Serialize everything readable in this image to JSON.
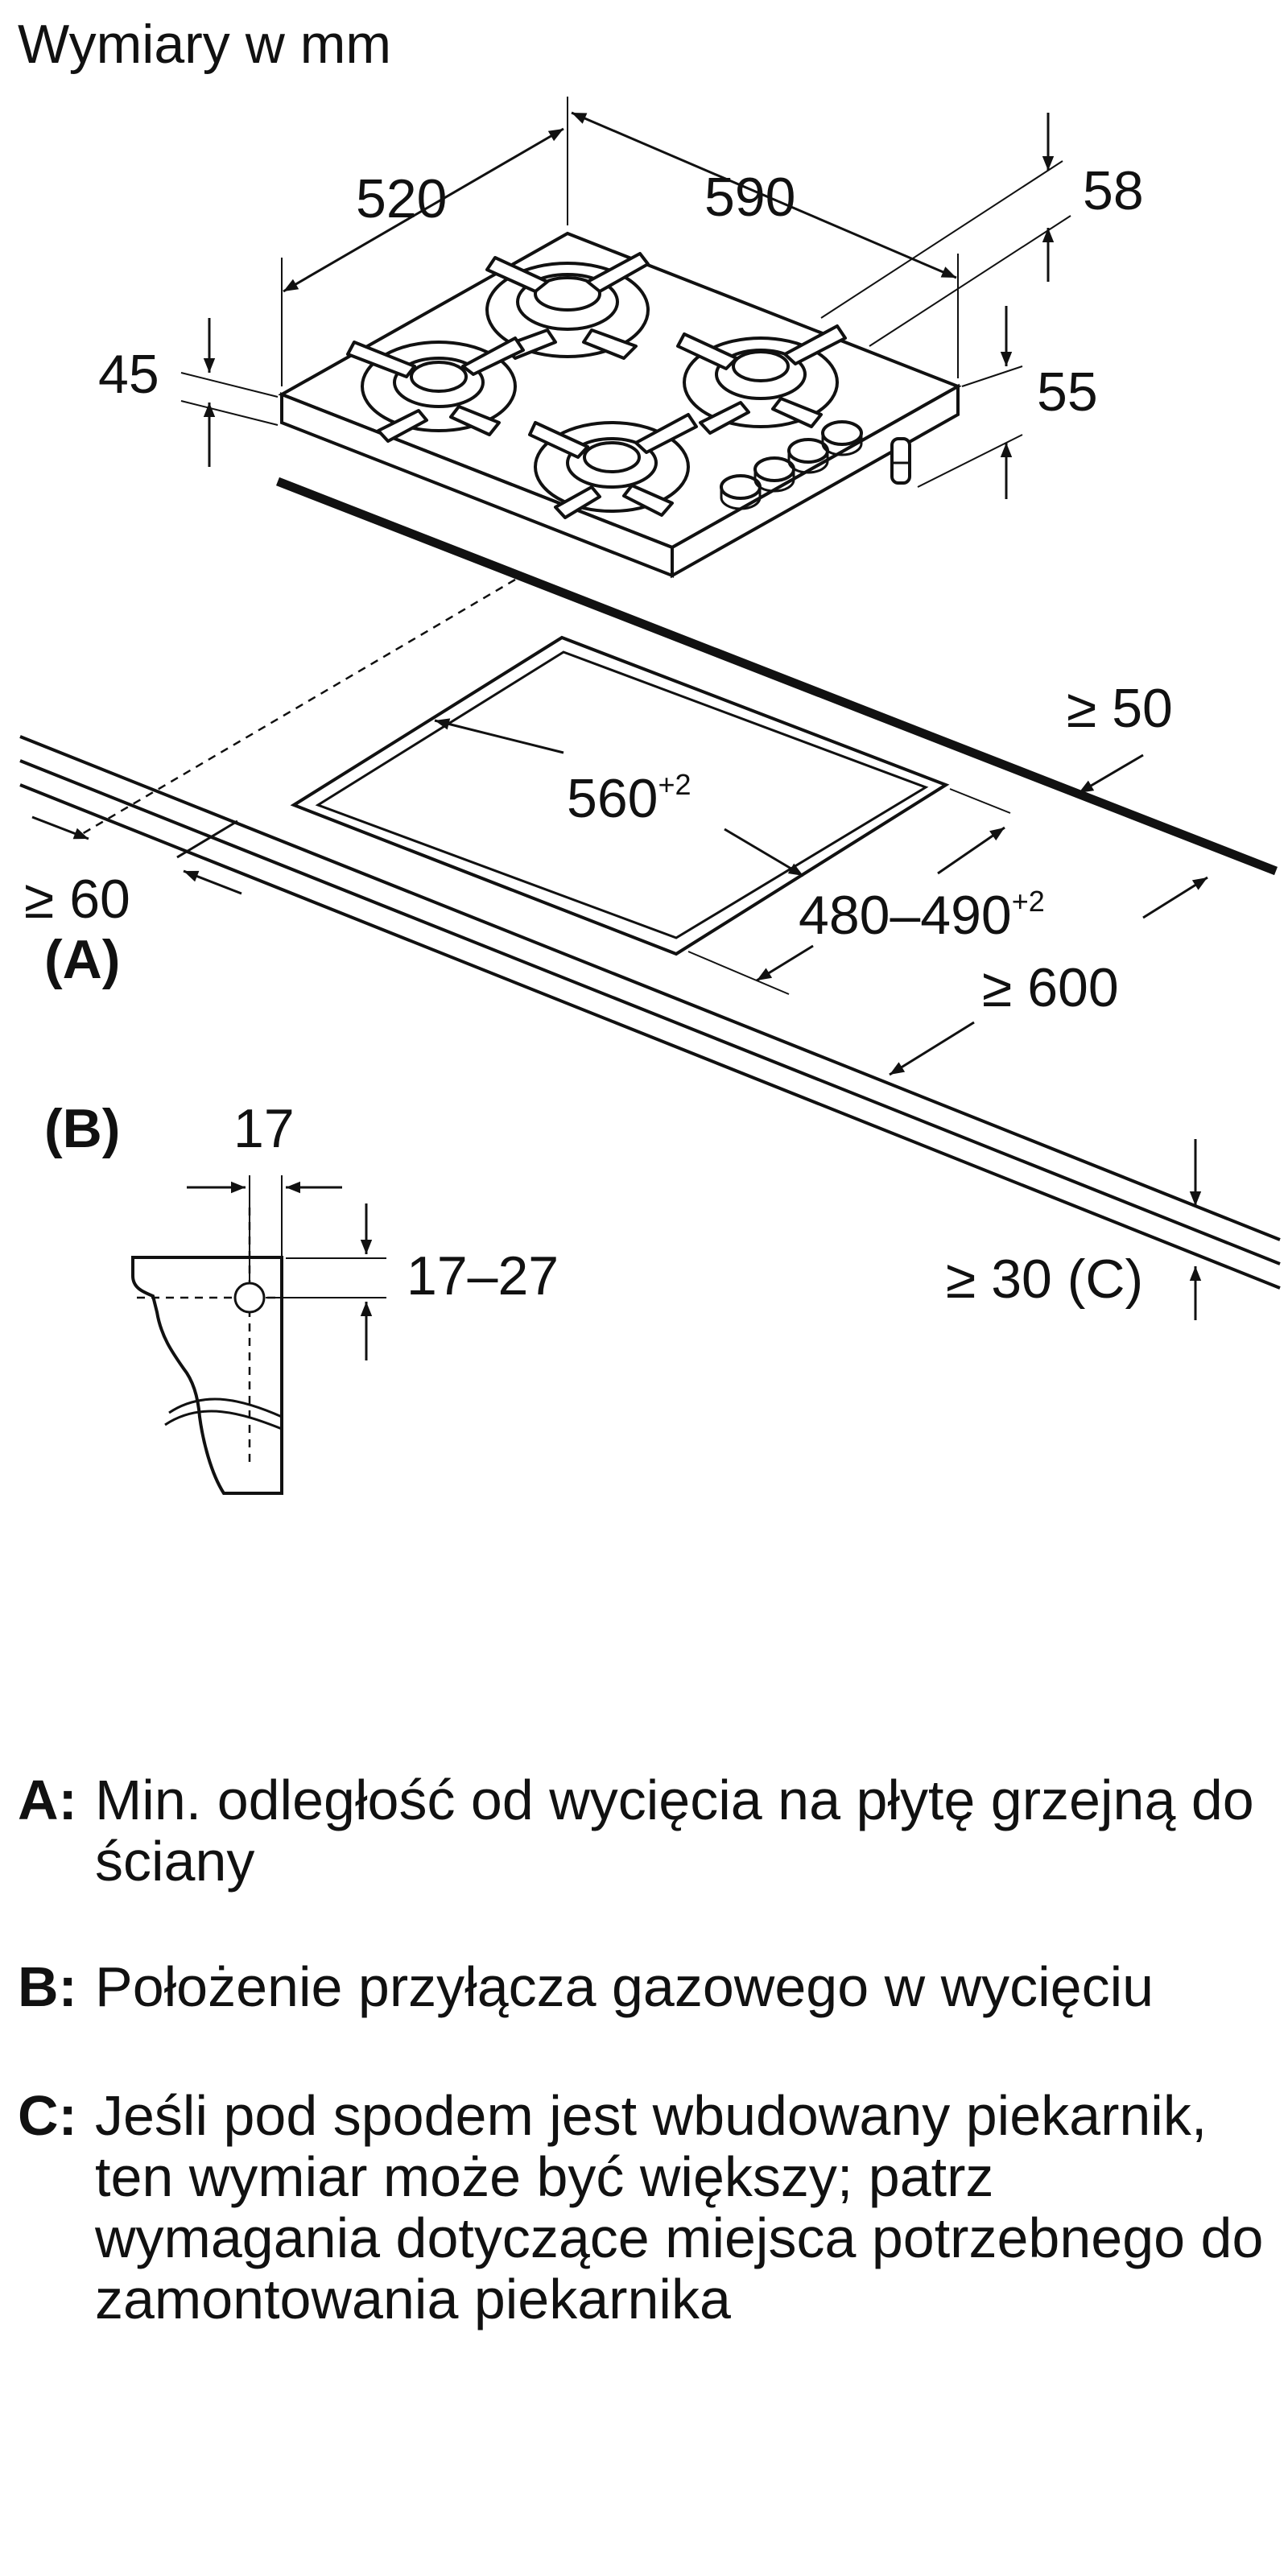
{
  "title": "Wymiary w mm",
  "dimensions": {
    "width": "520",
    "depth": "590",
    "height_total": "58",
    "thickness": "45",
    "height_below": "55",
    "min_wall_gap": "≥ 50",
    "cutout_depth": "560",
    "cutout_depth_tol": "+2",
    "cutout_width": "480–490",
    "cutout_width_tol": "+2",
    "min_front_gap": "≥ 60",
    "label_a": "(A)",
    "min_worktop": "≥ 600",
    "detail_label": "(B)",
    "gas_offset": "17",
    "gas_height": "17–27",
    "min_thickness_c": "≥ 30 (C)"
  },
  "legend": [
    {
      "key": "A:",
      "text": "Min. odległość od wycięcia na płytę grzejną do ściany"
    },
    {
      "key": "B:",
      "text": "Położenie przyłącza gazowego w wycięciu"
    },
    {
      "key": "C:",
      "text": "Jeśli pod spodem jest wbudowany piekarnik, ten wymiar może być większy; patrz wymagania dotyczące miejsca potrzebnego do zamontowania piekarnika"
    }
  ]
}
